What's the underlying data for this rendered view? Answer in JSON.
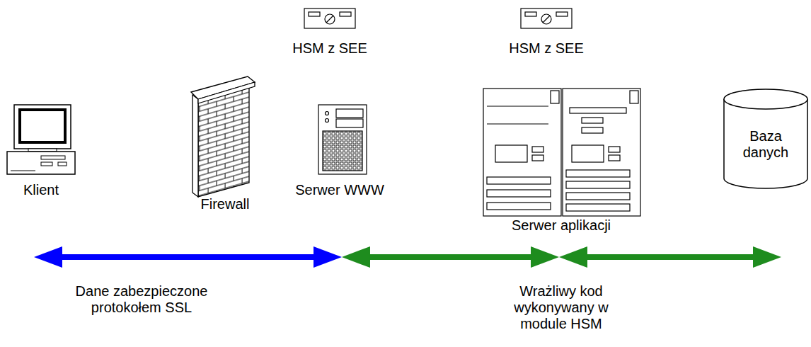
{
  "diagram": {
    "nodes": [
      {
        "text": [
          "Klient"
        ]
      },
      {
        "text": [
          "Firewall"
        ]
      },
      {
        "text": [
          "HSM z SEE"
        ]
      },
      {
        "text": [
          "Serwer WWW"
        ]
      },
      {
        "text": [
          "HSM z SEE"
        ]
      },
      {
        "text": [
          "Serwer aplikacji"
        ]
      },
      {
        "text": [
          "Baza danych"
        ]
      }
    ],
    "edges": [
      {
        "from": 0,
        "to": 3,
        "arrow": "both",
        "label": "Dane zabezpieczone protokołem SSL"
      },
      {
        "from": 3,
        "to": 5,
        "arrow": "both"
      },
      {
        "from": 5,
        "to": 6,
        "arrow": "both"
      }
    ],
    "labels": [
      "Wrażliwy kod wykonywany w module HSM"
    ]
  }
}
